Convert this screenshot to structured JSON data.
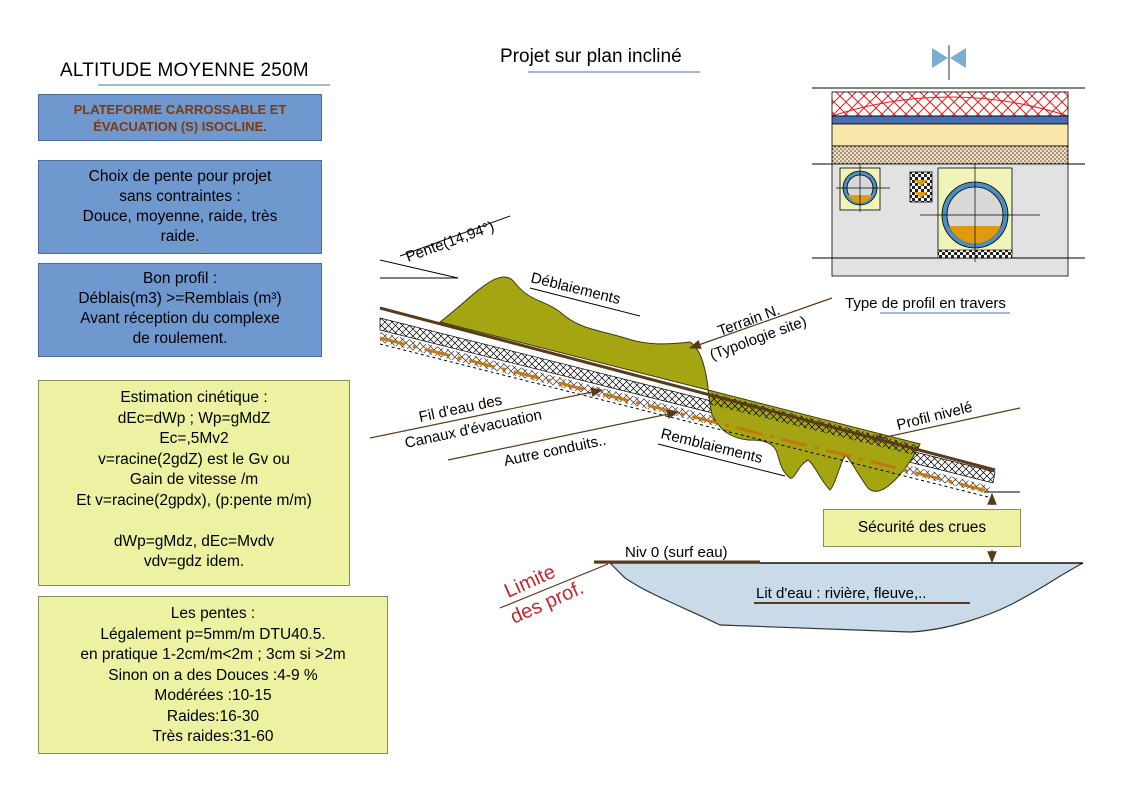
{
  "header": {
    "left_title": "ALTITUDE MOYENNE 250M",
    "center_title": "Projet sur plan incliné"
  },
  "boxes": {
    "plateforme": "PLATEFORME CARROSSABLE ET\nÉVACUATION (S) ISOCLINE.",
    "choix_pente": "Choix de pente pour projet\nsans contraintes :\nDouce, moyenne, raide, très\nraide.",
    "bon_profil": "Bon profil :\nDéblais(m3) >=Remblais (m³)\nAvant réception du complexe\nde roulement.",
    "estimation": "Estimation cinétique :\ndEc=dWp ; Wp=gMdZ\nEc=,5Mv2\nv=racine(2gdZ) est le Gv ou\nGain de vitesse /m\nEt v=racine(2gpdx), (p:pente m/m)\n\ndWp=gMdz, dEc=Mvdv\nvdv=gdz idem.",
    "pentes": "Les pentes :\nLégalement p=5mm/m DTU40.5.\nen pratique 1-2cm/m<2m ; 3cm si >2m\nSinon on a des Douces :4-9 %\nModérées :10-15\nRaides:16-30\nTrès raides:31-60",
    "securite": "Sécurité des crues"
  },
  "diagram_labels": {
    "pente": "Pente(14,94°)",
    "deblaiements": "Déblaiements",
    "terrain_n": "Terrain N.",
    "typologie": "(Typologie site)",
    "fil_eau": "Fil d'eau des",
    "canaux": "Canaux d'évacuation",
    "autre_conduits": "Autre conduits..",
    "remblaiements": "Remblaiements",
    "profil_nivele": "Profil nivelé",
    "niv0": "Niv 0 (surf eau)",
    "lit_eau": "Lit d'eau : rivière, fleuve,..",
    "limite": "Limite",
    "des_prof": "des prof.",
    "type_profil": "Type de profil en travers"
  },
  "colors": {
    "blue_box": "#6f98cf",
    "blue_box_text": "#7a3b10",
    "yellow_box": "#ecf2a1",
    "terrain_green": "#a5a514",
    "water": "#c9dbe8",
    "limite_red": "#c0282d",
    "dash_orange": "#c07a10",
    "hatch_red": "#e02020"
  }
}
